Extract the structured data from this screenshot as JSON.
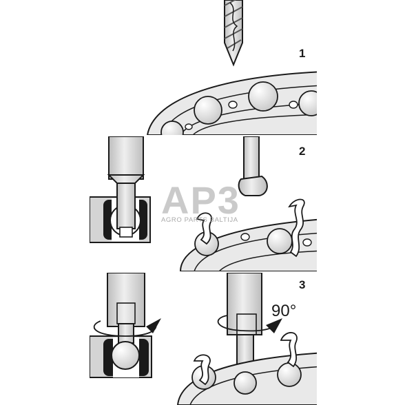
{
  "steps": [
    {
      "number": "1"
    },
    {
      "number": "2"
    },
    {
      "number": "3"
    }
  ],
  "rotation_label": "90°",
  "watermark": {
    "logo": "AP3",
    "text": "AGRO PARTS BALTIJA"
  },
  "colors": {
    "line": "#1a1a1a",
    "metal_gray": "#cfcfcf",
    "ball_light": "#e6e6e6",
    "seal_dark": "#1a1a1a",
    "background": "#ffffff"
  }
}
